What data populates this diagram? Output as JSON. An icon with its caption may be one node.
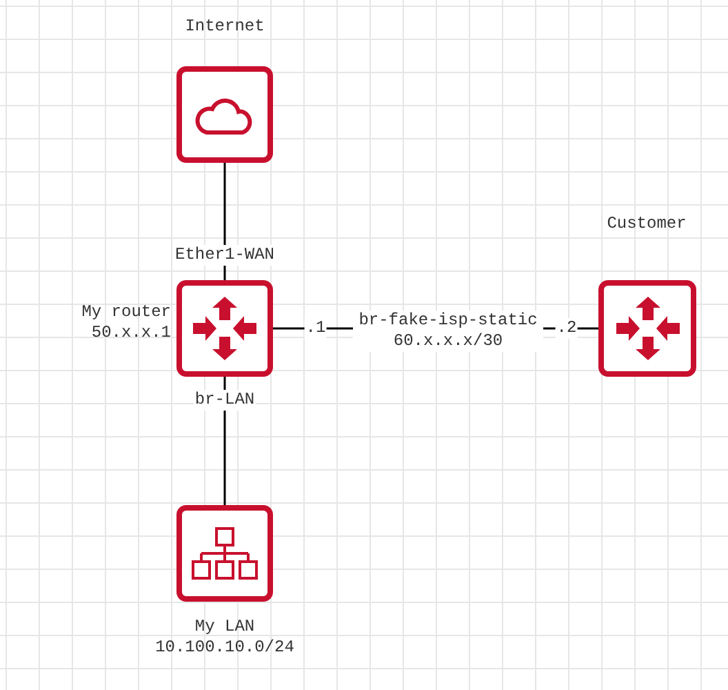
{
  "diagram": {
    "nodes": [
      {
        "text": [
          "Internet"
        ]
      },
      {
        "text": [
          "My router 50.x.x.1"
        ]
      },
      {
        "text": [
          "Customer"
        ]
      },
      {
        "text": [
          "My LAN 10.100.10.0/24"
        ]
      }
    ],
    "edges": [
      {
        "from": 0,
        "to": 1,
        "arrow": "none",
        "label": "Ether1-WAN"
      },
      {
        "from": 1,
        "to": 2,
        "arrow": "none",
        "label": "br-fake-isp-static 60.x.x.x/30"
      },
      {
        "from": 1,
        "to": 3,
        "arrow": "none",
        "label": "br-LAN"
      }
    ],
    "labels": [
      ".1",
      ".2"
    ]
  }
}
